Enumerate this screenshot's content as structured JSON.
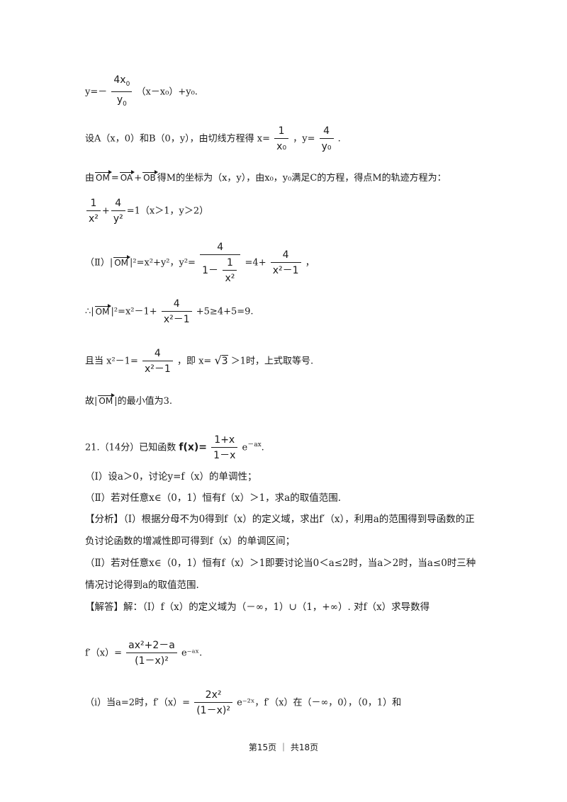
{
  "content": {
    "l1_prefix": "y=－",
    "l1_num": "4x",
    "l1_sub0": "0",
    "l1_den": "y",
    "l1_den_sub": "0",
    "l1_suffix": "（x－x₀）+y₀.",
    "l2_prefix": "设A（x，0）和B（0，y），由切线方程得 x=",
    "l2_f1_num": "1",
    "l2_f1_den": "x₀",
    "l2_mid": "，y=",
    "l2_f2_num": "4",
    "l2_f2_den": "y₀",
    "l2_end": ".",
    "l3_a": "由",
    "l3_om": "OM",
    "l3_b": "=",
    "l3_oa": "OA",
    "l3_c": "+",
    "l3_ob": "OB",
    "l3_d": "得M的坐标为（x，y），由x₀，y₀满足C的方程，得点M的轨迹方程为：",
    "l4_f1_num": "1",
    "l4_f1_den": "x²",
    "l4_plus": "+",
    "l4_f2_num": "4",
    "l4_f2_den": "y²",
    "l4_rest": "=1（x＞1，y＞2）",
    "l5_a": "（Ⅱ）|",
    "l5_om": "OM",
    "l5_b": "|²=x²+y²，y²=",
    "l5_big_num": "4",
    "l5_inner_left": "1－",
    "l5_inner_num": "1",
    "l5_inner_den": "x²",
    "l5_c": "=4+",
    "l5_f_num": "4",
    "l5_f_den": "x²－1",
    "l5_end": "，",
    "l6_a": "∴|",
    "l6_om": "OM",
    "l6_b": "|²=x²－1+",
    "l6_f_num": "4",
    "l6_f_den": "x²－1",
    "l6_c": "+5≥4+5=9.",
    "l7_a": "且当 x²－1=",
    "l7_f_num": "4",
    "l7_f_den": "x²－1",
    "l7_b": "，即 x=",
    "l7_sqrt": "3",
    "l7_c": "＞1时，上式取等号.",
    "l8_a": "故|",
    "l8_om": "OM",
    "l8_b": "|的最小值为3.",
    "q21_a": "21.（14分）已知函数",
    "q21_fx": "f(x)=",
    "q21_num": "1+x",
    "q21_den": "1－x",
    "q21_exp_base": "e",
    "q21_exp": "－ax",
    "q21_end": ".",
    "q21_p1": "（Ⅰ）设a＞0，讨论y=f（x）的单调性；",
    "q21_p2": "（Ⅱ）若对任意x∈（0，1）恒有f（x）＞1，求a的取值范围.",
    "analysis_1": "【分析】（Ⅰ）根据分母不为0得到f（x）的定义域，求出f′（x），利用a的范围得到导函数的正负讨论函数的增减性即可得到f（x）的单调区间；",
    "analysis_2": "（Ⅱ）若对任意x∈（0，1）恒有f（x）＞1即要讨论当0＜a≤2时，当a＞2时，当a≤0时三种情况讨论得到a的取值范围.",
    "solution_1": "【解答】解：（Ⅰ）f（x）的定义域为（－∞，1）∪（1，+∞）. 对f（x）求导数得",
    "deriv_a": "f′（x）=",
    "deriv_num": "ax²+2－a",
    "deriv_den": "(1－x)²",
    "deriv_exp": "e⁻ᵃˣ.",
    "case_a": "（ⅰ）当a=2时，f′（x）=",
    "case_num": "2x²",
    "case_den": "(1－x)²",
    "case_b": "e⁻²ˣ，f′（x）在（－∞，0），（0，1）和"
  },
  "footer": {
    "page": "第15页",
    "sep": "｜",
    "total": "共18页"
  }
}
